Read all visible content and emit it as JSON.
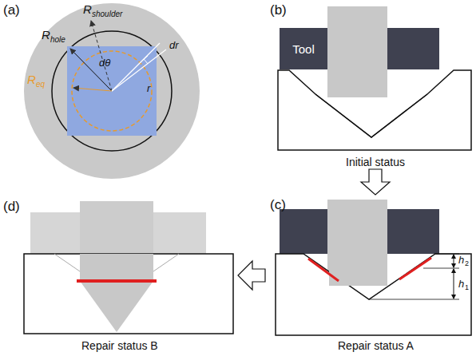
{
  "diagram": {
    "nodes": [
      {
        "text": [
          "Tool"
        ]
      }
    ],
    "labels": [
      "(a)",
      "R",
      "shoulder",
      "R",
      "hole",
      "R",
      "eq",
      "dθ",
      "r",
      "dr",
      "(b)",
      "Initial status",
      "(c)",
      "h",
      "2",
      "h",
      "1",
      "Repair status A",
      "(d)",
      "Repair status B"
    ]
  }
}
